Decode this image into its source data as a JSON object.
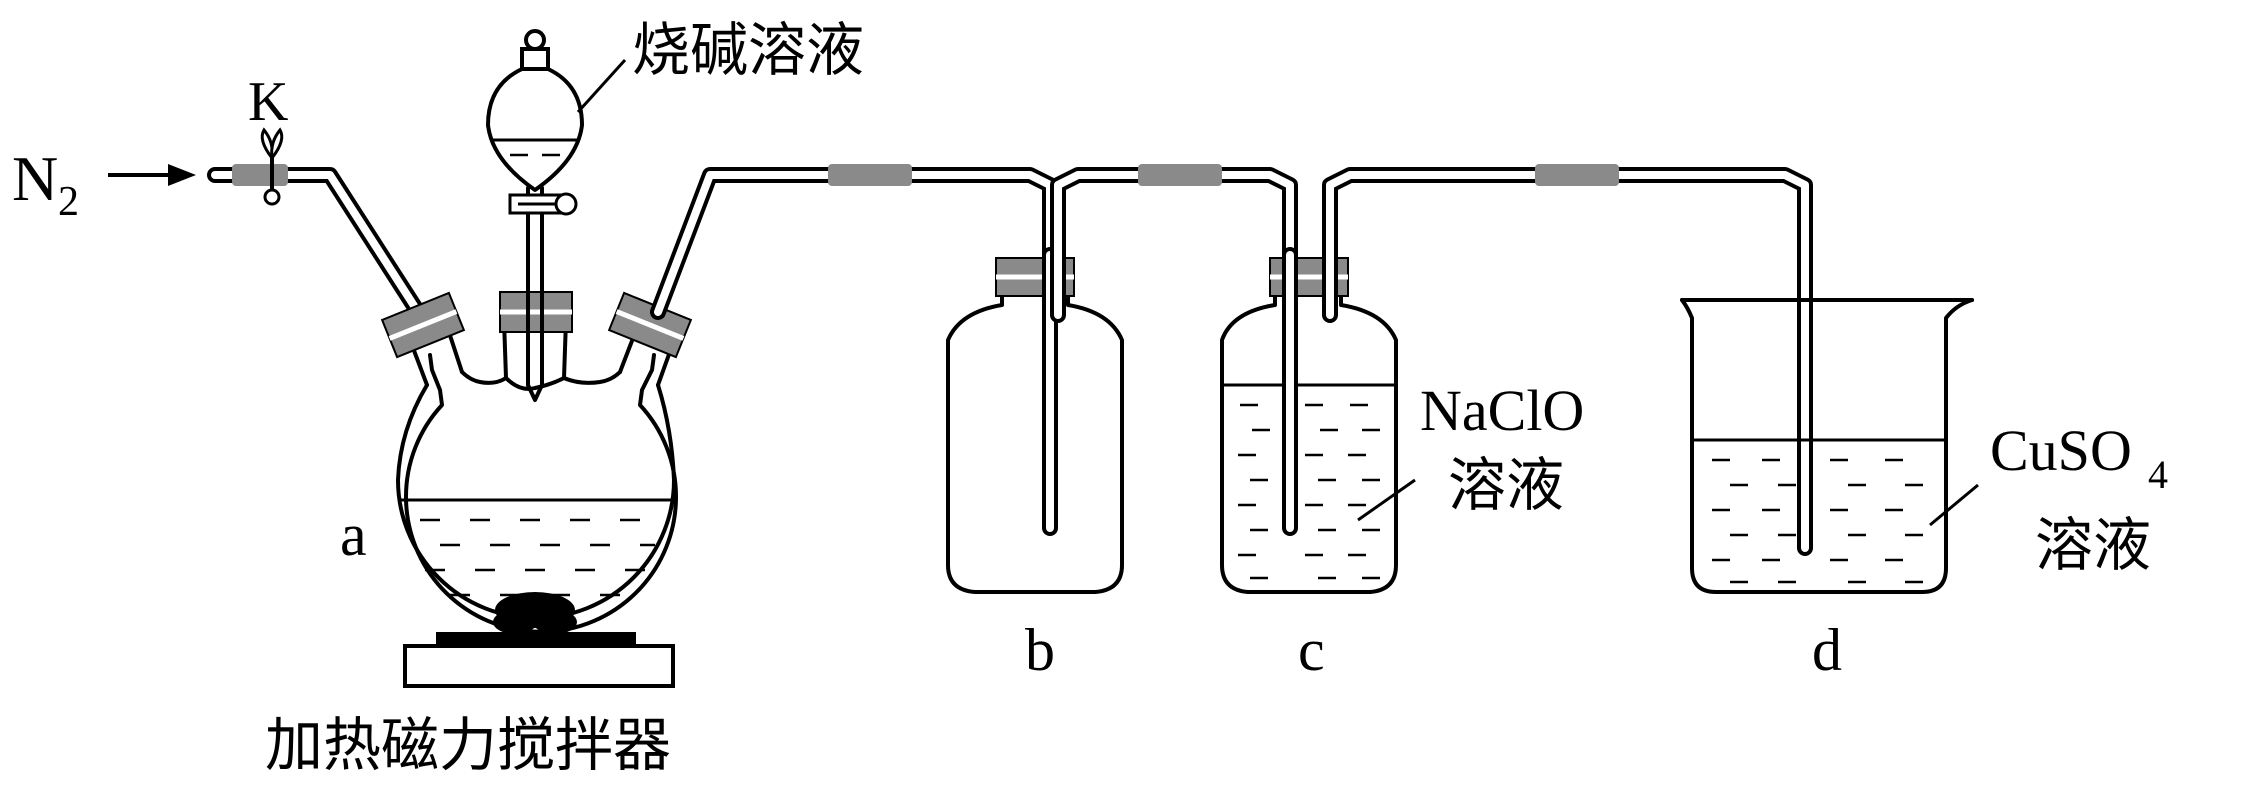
{
  "labels": {
    "gas_inlet": "N",
    "gas_inlet_sub": "2",
    "valve": "K",
    "funnel_reagent": "烧碱溶液",
    "flask": "a",
    "heater": "加热磁力搅拌器",
    "bottle_b": "b",
    "bottle_c": "c",
    "beaker_d": "d",
    "c_reagent_line1": "NaClO",
    "c_reagent_line2": "溶液",
    "d_reagent_line1": "CuSO",
    "d_reagent_sub": "4",
    "d_reagent_line2": "溶液"
  }
}
